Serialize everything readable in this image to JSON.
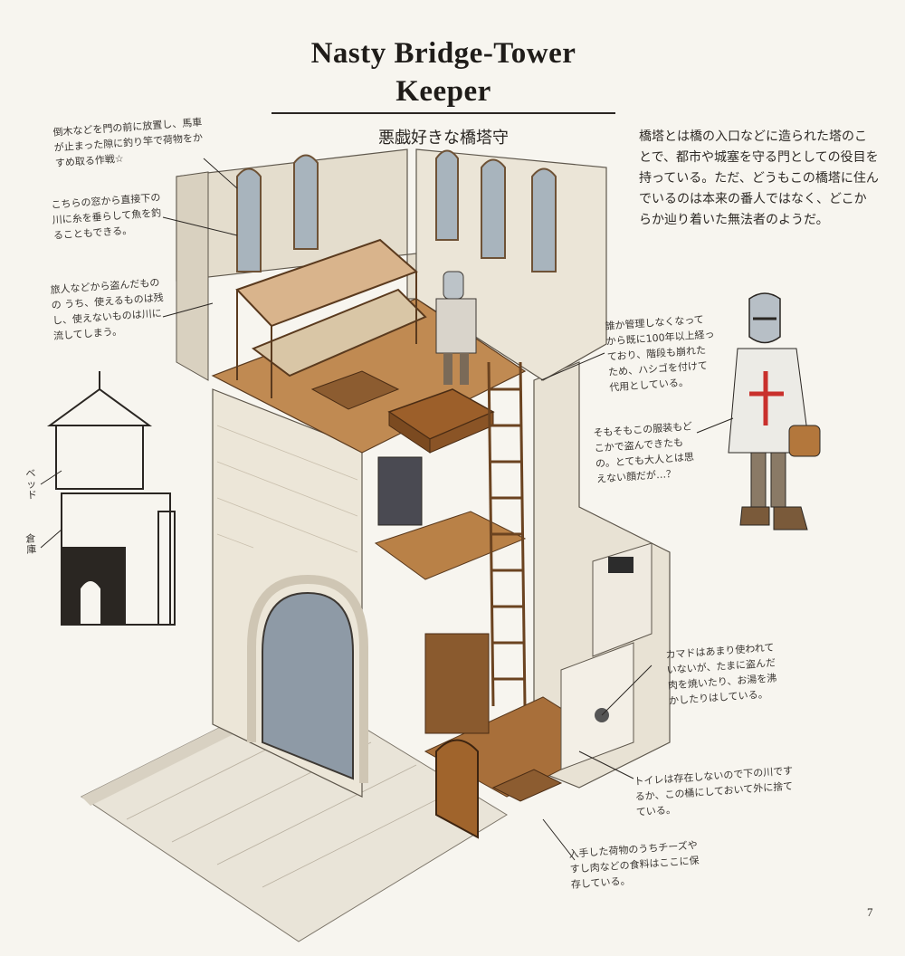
{
  "header": {
    "title": "Nasty Bridge-Tower Keeper",
    "subtitle": "悪戯好きな橋塔守"
  },
  "description": "橋塔とは橋の入口などに造られた塔のことで、都市や城塞を守る門としての役目を持っている。ただ、どうもこの橋塔に住んでいるのは本来の番人ではなく、どこからか辿り着いた無法者のようだ。",
  "notes": {
    "note_1": "倒木などを門の前に放置し、馬車が止まった隙に釣り竿で荷物をかすめ取る作戦☆",
    "note_2": "こちらの窓から直接下の川に糸を垂らして魚を釣ることもできる。",
    "note_3": "旅人などから盗んだものの うち、使えるものは残し、使えないものは川に流してしまう。",
    "note_4": "誰か管理しなくなってから既に100年以上経っており、階段も崩れたため、ハシゴを付けて代用としている。",
    "note_5": "そもそもこの服装もどこかで盗んできたもの。とても大人とは思えない顔だが…？",
    "note_6": "カマドはあまり使われていないが、たまに盗んだ肉を焼いたり、お湯を沸かしたりはしている。",
    "note_7": "トイレは存在しないので下の川でするか、この桶にしておいて外に捨てている。",
    "note_8": "入手した荷物のうちチーズやすし肉などの食料はここに保存している。"
  },
  "side_labels": {
    "bed": "ベッド",
    "storage": "倉庫"
  },
  "page_number": "7"
}
